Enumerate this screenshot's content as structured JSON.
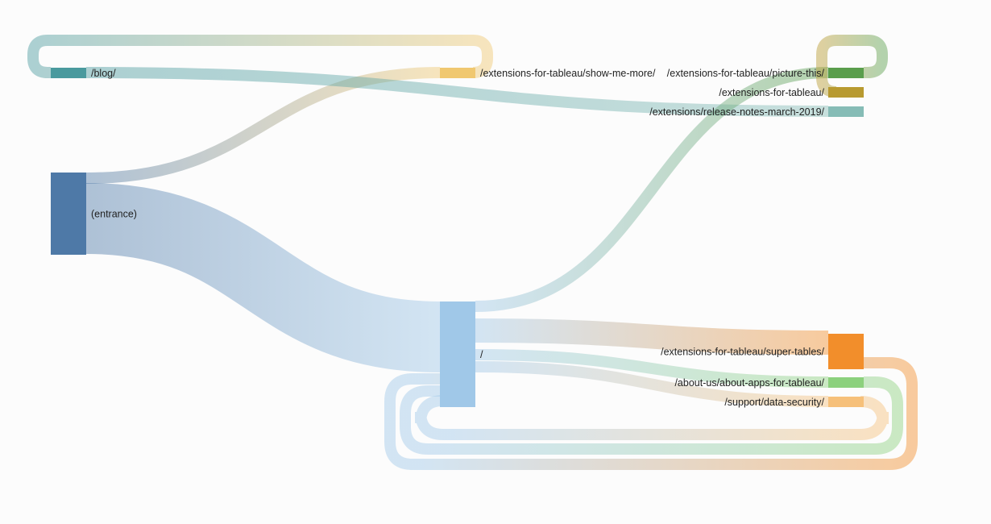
{
  "chart_data": {
    "type": "sankey",
    "title": "",
    "nodes": [
      {
        "id": "blog",
        "label": "/blog/",
        "color": "#4a9a9e",
        "value": 1
      },
      {
        "id": "entrance",
        "label": "(entrance)",
        "color": "#4e79a7",
        "value": 7
      },
      {
        "id": "show-me-more",
        "label": "/extensions-for-tableau/show-me-more/",
        "color": "#f0c870",
        "value": 1
      },
      {
        "id": "home",
        "label": "/",
        "color": "#a0c8e8",
        "value": 9
      },
      {
        "id": "picture-this",
        "label": "/extensions-for-tableau/picture-this/",
        "color": "#5a9e4c",
        "value": 1
      },
      {
        "id": "ext-tableau",
        "label": "/extensions-for-tableau/",
        "color": "#b89a30",
        "value": 1
      },
      {
        "id": "release-notes",
        "label": "/extensions/release-notes-march-2019/",
        "color": "#86bcb6",
        "value": 1
      },
      {
        "id": "super-tables",
        "label": "/extensions-for-tableau/super-tables/",
        "color": "#f28e2b",
        "value": 3
      },
      {
        "id": "about-apps",
        "label": "/about-us/about-apps-for-tableau/",
        "color": "#8cd17d",
        "value": 1
      },
      {
        "id": "data-security",
        "label": "/support/data-security/",
        "color": "#f6c07a",
        "value": 1
      }
    ],
    "links": [
      {
        "source": "entrance",
        "target": "show-me-more",
        "value": 1
      },
      {
        "source": "entrance",
        "target": "home",
        "value": 6
      },
      {
        "source": "blog",
        "target": "release-notes",
        "value": 1
      },
      {
        "source": "show-me-more",
        "target": "blog",
        "value": 1
      },
      {
        "source": "home",
        "target": "picture-this",
        "value": 1
      },
      {
        "source": "home",
        "target": "super-tables",
        "value": 2
      },
      {
        "source": "home",
        "target": "about-apps",
        "value": 1
      },
      {
        "source": "home",
        "target": "data-security",
        "value": 1
      },
      {
        "source": "picture-this",
        "target": "ext-tableau",
        "value": 1
      },
      {
        "source": "super-tables",
        "target": "home",
        "value": 1
      },
      {
        "source": "about-apps",
        "target": "home",
        "value": 1
      },
      {
        "source": "data-security",
        "target": "home",
        "value": 1
      }
    ]
  }
}
